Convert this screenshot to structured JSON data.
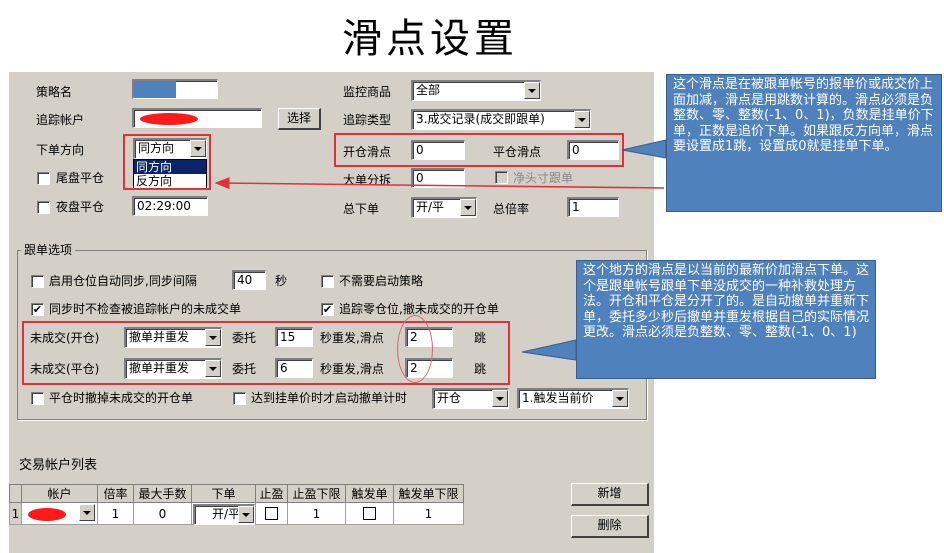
{
  "title": "滑点设置",
  "strategy": {
    "label": "策略名",
    "value": ""
  },
  "account": {
    "label": "追踪帐户",
    "select_button": "选择"
  },
  "direction": {
    "label": "下单方向",
    "value": "同方向",
    "options": [
      "同方向",
      "反方向"
    ]
  },
  "tail_close": {
    "label": "尾盘平仓",
    "checked": false
  },
  "night_close": {
    "label": "夜盘平仓",
    "checked": false,
    "time": "02:29:00"
  },
  "monitor": {
    "label": "监控商品",
    "value": "全部"
  },
  "track_type": {
    "label": "追踪类型",
    "value": "3.成交记录(成交即跟单)"
  },
  "open_slippage": {
    "label": "开仓滑点",
    "value": "0"
  },
  "close_slippage": {
    "label": "平仓滑点",
    "value": "0"
  },
  "large_split": {
    "label": "大单分拆",
    "value": "0"
  },
  "net_head": {
    "label": "净头寸跟单",
    "checked": false
  },
  "total_order": {
    "label": "总下单",
    "value": "开/平"
  },
  "total_multiplier": {
    "label": "总倍率",
    "value": "1"
  },
  "follow": {
    "group_label": "跟单选项",
    "sync_label": "启用仓位自动同步,同步间隔",
    "sync_checked": false,
    "sync_interval": "40",
    "sync_unit": "秒",
    "no_start_label": "不需要启动策略",
    "no_start_checked": false,
    "no_check_label": "同步时不检查被追踪帐户的未成交单",
    "no_check_checked": true,
    "zero_label": "追踪零仓位,撤未成交的开仓单",
    "zero_checked": true,
    "rows": [
      {
        "label": "未成交(开仓)",
        "action": "撤单并重发",
        "entrust": "委托",
        "seconds": "15",
        "resend": "秒重发,滑点",
        "slippage": "2",
        "unit": "跳"
      },
      {
        "label": "未成交(平仓)",
        "action": "撤单并重发",
        "entrust": "委托",
        "seconds": "6",
        "resend": "秒重发,滑点",
        "slippage": "2",
        "unit": "跳"
      }
    ],
    "cancel_open_label": "平仓时撤掉未成交的开仓单",
    "cancel_open_checked": false,
    "timer_label": "达到挂单价时才启动撤单计时",
    "timer_checked": false,
    "timer_type": "开仓",
    "trigger": "1.触发当前价"
  },
  "trade_list": {
    "title": "交易帐户列表",
    "columns": [
      "帐户",
      "倍率",
      "最大手数",
      "下单",
      "止盈",
      "止盈下限",
      "触发单",
      "触发单下限"
    ],
    "rows": [
      {
        "index": "1",
        "multiplier": "1",
        "max_lots": "0",
        "order": "开/平",
        "take_profit": false,
        "tp_min": "1",
        "trigger": false,
        "trigger_min": "1"
      }
    ],
    "add_button": "新增",
    "delete_button": "删除"
  },
  "callouts": {
    "top": "这个滑点是在被跟单帐号的报单价或成交价上面加减，滑点是用跳数计算的。滑点必须是负整数、零、整数(-1、0、1)，负数是挂单价下单，正数是追价下单。如果跟反方向单，滑点要设置成1跳，设置成0就是挂单下单。",
    "middle": "这个地方的滑点是以当前的最新价加滑点下单。这个是跟单帐号跟单下单没成交的一种补救处理方法。开仓和平仓是分开了的。是自动撤单并重新下单，委托多少秒后撤单并重发根据自己的实际情况更改。滑点必须是负整数、零、整数(-1、0、1)"
  },
  "colors": {
    "panel": "#d4d0c8",
    "callout": "#4f81bd",
    "highlight": "#e0303a",
    "selection": "#0a246a"
  }
}
